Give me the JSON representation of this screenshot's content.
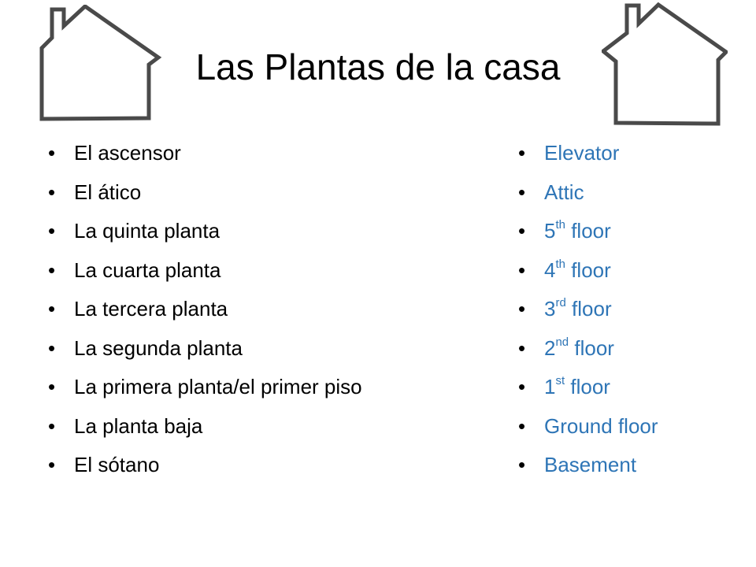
{
  "title": "Las Plantas de la casa",
  "icons": [
    "house-outline-icon",
    "house-outline-icon"
  ],
  "colors": {
    "text": "#000000",
    "accent": "#2E75B6",
    "background": "#ffffff"
  },
  "spanish": [
    "El ascensor",
    "El ático",
    "La quinta planta",
    "La cuarta planta",
    "La tercera planta",
    "La segunda planta",
    "La primera planta/el primer piso",
    "La planta baja",
    "El sótano"
  ],
  "english": [
    {
      "pre": "Elevator",
      "sup": "",
      "post": ""
    },
    {
      "pre": "Attic",
      "sup": "",
      "post": ""
    },
    {
      "pre": "5",
      "sup": "th",
      "post": " floor"
    },
    {
      "pre": "4",
      "sup": "th",
      "post": " floor"
    },
    {
      "pre": "3",
      "sup": "rd",
      "post": " floor"
    },
    {
      "pre": "2",
      "sup": "nd",
      "post": " floor"
    },
    {
      "pre": "1",
      "sup": "st",
      "post": " floor"
    },
    {
      "pre": "Ground floor",
      "sup": "",
      "post": ""
    },
    {
      "pre": "Basement",
      "sup": "",
      "post": ""
    }
  ]
}
